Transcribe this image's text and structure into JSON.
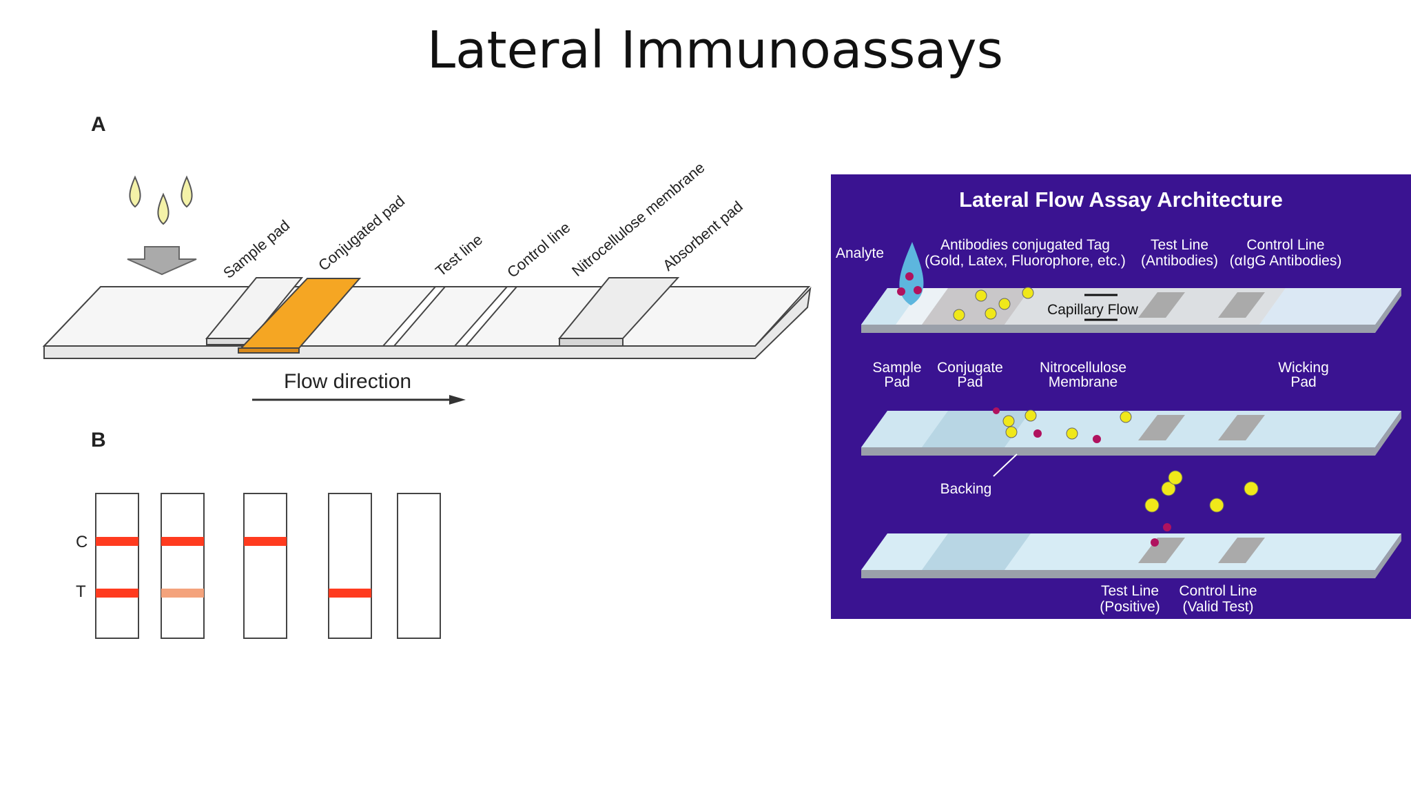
{
  "slide": {
    "title": "Lateral Immunoassays"
  },
  "figure_a": {
    "panel_label": "A",
    "component_labels": [
      "Sample pad",
      "Conjugated pad",
      "Test line",
      "Control line",
      "Nitrocellulose membrane",
      "Absorbent pad"
    ],
    "flow_label": "Flow direction",
    "colors": {
      "conjugate_pad": "#f5a623",
      "strip": "#f3f3f3",
      "outline": "#444444"
    }
  },
  "figure_b": {
    "panel_label": "B",
    "row_labels": {
      "control": "C",
      "test": "T"
    },
    "strips": [
      {
        "control_line": true,
        "test_line": "strong"
      },
      {
        "control_line": true,
        "test_line": "faint"
      },
      {
        "control_line": true,
        "test_line": "none"
      },
      {
        "control_line": false,
        "test_line": "strong"
      },
      {
        "control_line": false,
        "test_line": "none"
      }
    ],
    "colors": {
      "line_strong": "#ff3b1f",
      "line_faint": "#f4a37c"
    }
  },
  "lfa_architecture": {
    "title": "Lateral Flow Assay Architecture",
    "top_labels": {
      "analyte": "Analyte",
      "tag_line1": "Antibodies conjugated Tag",
      "tag_line2": "(Gold, Latex, Fluorophore, etc.)",
      "test_line1": "Test Line",
      "test_line2": "(Antibodies)",
      "control_line1": "Control Line",
      "control_line2": "(αIgG Antibodies)",
      "capillary_flow": "Capillary Flow"
    },
    "middle_labels": {
      "sample_pad": [
        "Sample",
        "Pad"
      ],
      "conjugate_pad": [
        "Conjugate",
        "Pad"
      ],
      "membrane": [
        "Nitrocellulose",
        "Membrane"
      ],
      "wicking_pad": [
        "Wicking",
        "Pad"
      ],
      "backing": "Backing"
    },
    "bottom_labels": {
      "test_line": [
        "Test Line",
        "(Positive)"
      ],
      "control_line": [
        "Control Line",
        "(Valid Test)"
      ]
    },
    "colors": {
      "background": "#3a1391",
      "gold_particle": "#f0e81a",
      "analyte": "#b0125e",
      "strip": "#d7ecf5"
    }
  }
}
